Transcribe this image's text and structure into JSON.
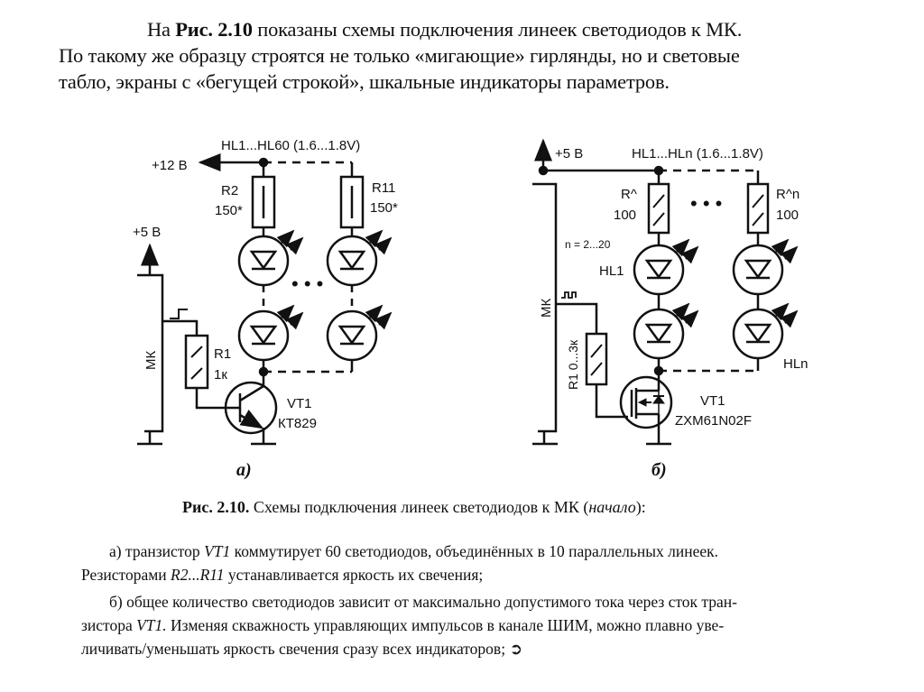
{
  "intro": {
    "line1_prefix": "На ",
    "line1_ref": "Рис. 2.10",
    "line1_rest": " показаны схемы подключения линеек светодиодов к МК.",
    "line2": "По такому же образцу строятся не только «мигающие» гирлянды, но и световые",
    "line3": "табло, экраны с «бегущей строкой», шкальные индикаторы параметров."
  },
  "schematic_a": {
    "header": "HL1...HL60 (1.6...1.8V)",
    "supply_12": "+12 В",
    "supply_5": "+5 В",
    "r2_name": "R2",
    "r2_value": "150*",
    "r11_name": "R11",
    "r11_value": "150*",
    "mk_label": "МК",
    "r1_name": "R1",
    "r1_value": "1к",
    "vt_name": "VT1",
    "vt_part": "КТ829",
    "dots": "• • •",
    "label": "а)"
  },
  "schematic_b": {
    "header": "HL1...HLn (1.6...1.8V)",
    "supply_5": "+5 В",
    "r_name": "R^",
    "r_value": "100",
    "rn_name": "R^n",
    "rn_value": "100",
    "n_range": "n = 2...20",
    "hl1": "HL1",
    "hln": "HLn",
    "mk_label": "МК",
    "r1_label": "R1 0...3к",
    "vt_name": "VT1",
    "vt_part": "ZXM61N02F",
    "dots": "• • •",
    "label": "б)"
  },
  "caption": {
    "ref": "Рис. 2.10.",
    "text": " Схемы подключения линеек светодиодов к МК (",
    "italic": "начало",
    "end": "):"
  },
  "description": {
    "a_line1_pre": "а) транзистор ",
    "a_line1_it": "VT1",
    "a_line1_post": " коммутирует 60 светодиодов, объединённых в 10 параллельных линеек.",
    "a_line2_pre": "Резисторами ",
    "a_line2_it": "R2...R11",
    "a_line2_post": " устанавливается яркость их свечения;",
    "b_line1": "б) общее количество светодиодов зависит от максимально допустимого тока через сток тран-",
    "b_line2_pre": "зистора ",
    "b_line2_it": "VT1.",
    "b_line2_post": " Изменяя скважность управляющих импульсов в канале ШИМ, можно плавно уве-",
    "b_line3": "личивать/уменьшать яркость свечения сразу всех индикаторов; ",
    "continue_icon": "➲"
  }
}
